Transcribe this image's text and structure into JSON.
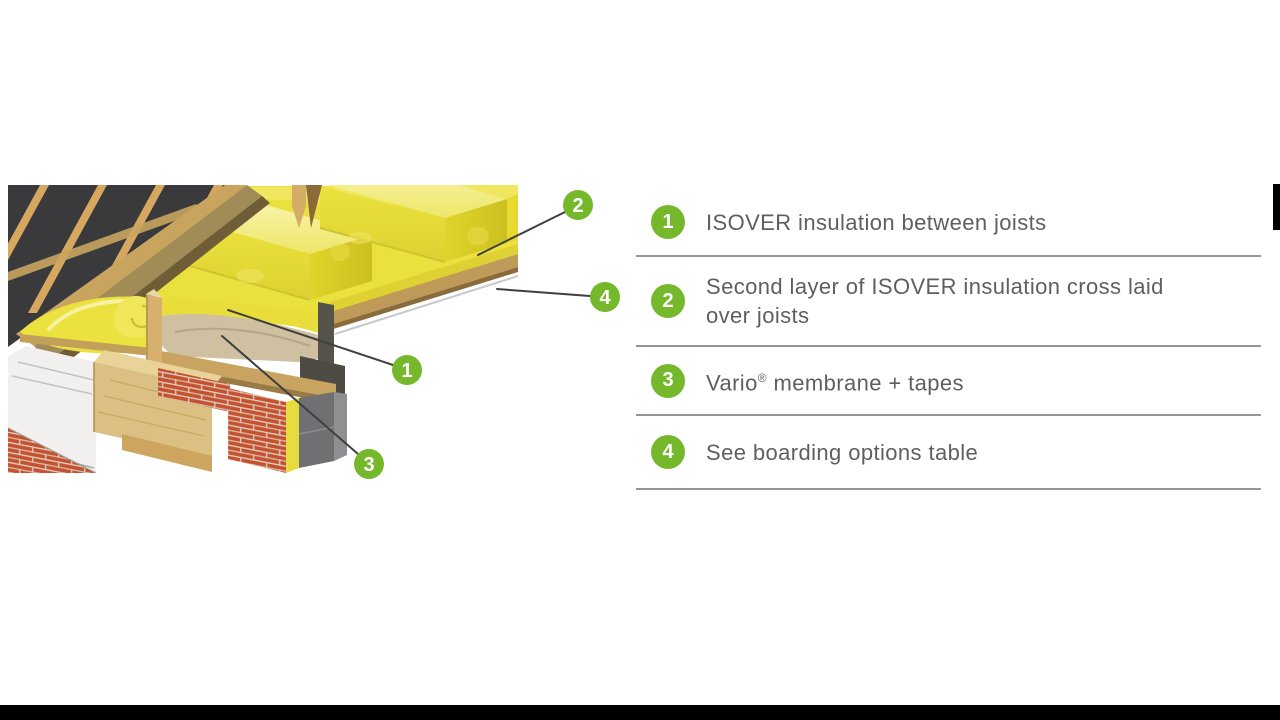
{
  "colors": {
    "accent_green": "#75b82b",
    "legend_text": "#5e5f62",
    "divider": "#969696",
    "leader_line": "#3f3f41",
    "letterbox": "#000000",
    "insulation_yellow": "#ebe13e",
    "wood_tan": "#c09a58",
    "brick_red": "#c6512f",
    "roof_felt": "#3a393c",
    "membrane_beige": "#cec0a1"
  },
  "diagram": {
    "callouts": [
      {
        "number": "1"
      },
      {
        "number": "2"
      },
      {
        "number": "3"
      },
      {
        "number": "4"
      }
    ]
  },
  "legend": {
    "items": [
      {
        "number": "1",
        "label": "ISOVER insulation between joists"
      },
      {
        "number": "2",
        "label": "Second layer of ISOVER insulation cross laid over joists"
      },
      {
        "number": "3",
        "label_before_sup": "Vario",
        "sup": "®",
        "label_after_sup": " membrane + tapes"
      },
      {
        "number": "4",
        "label": "See boarding options table"
      }
    ]
  }
}
